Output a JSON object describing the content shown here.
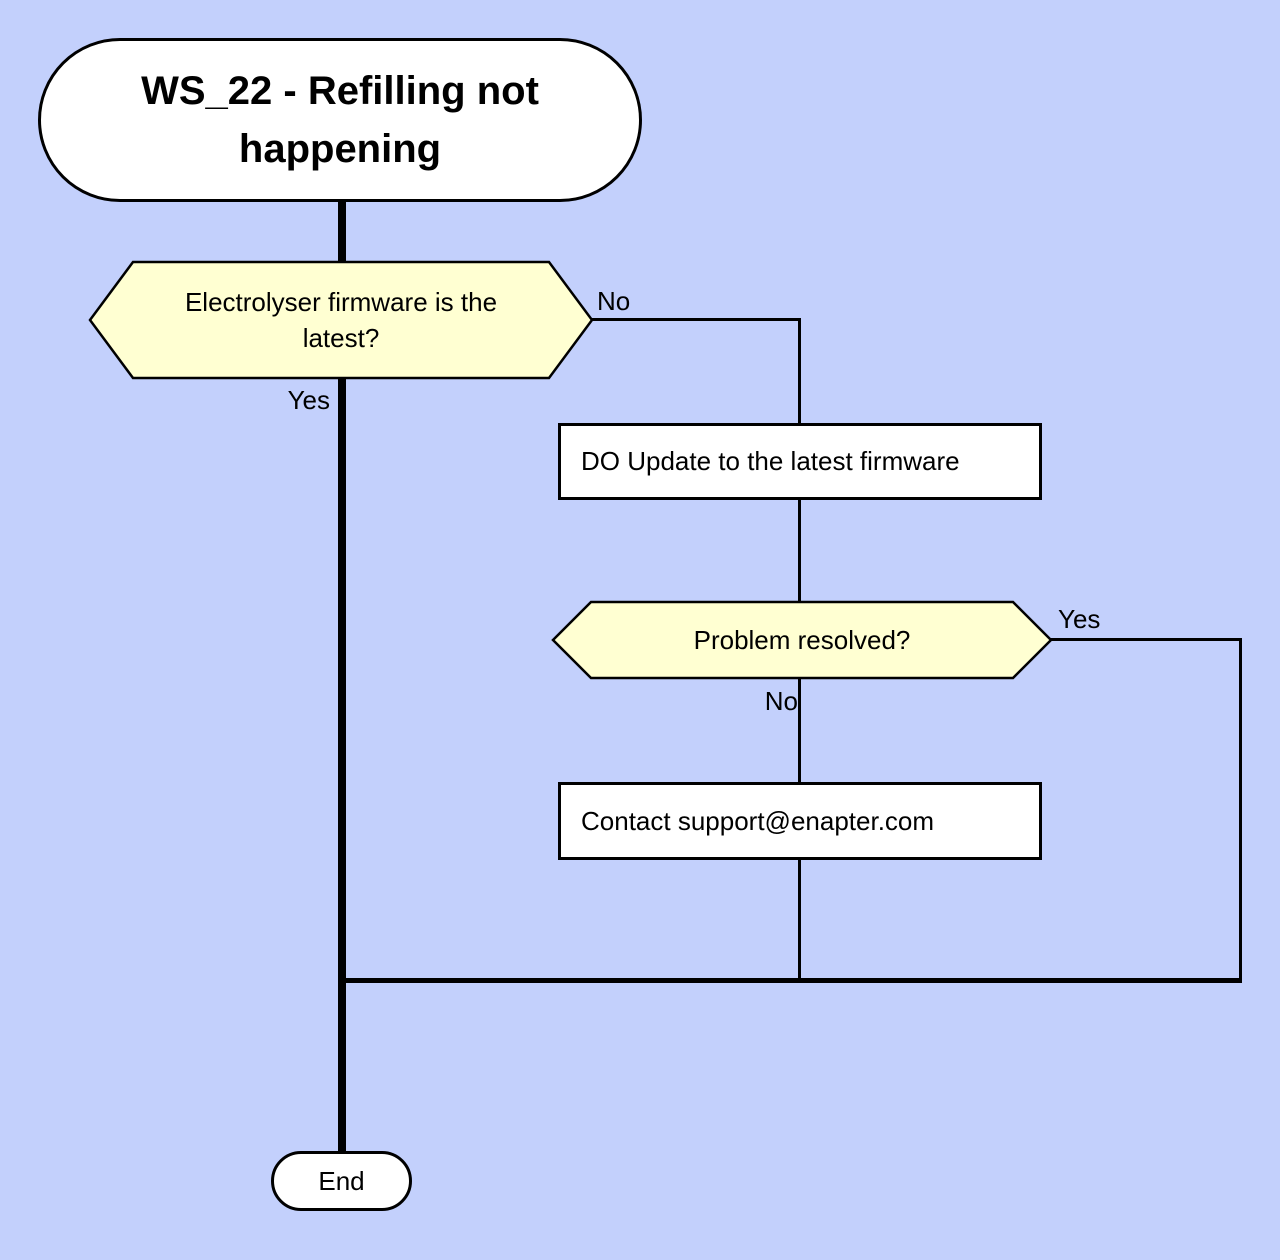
{
  "colors": {
    "bg": "#c3d0fc",
    "node-yellow": "#ffffd2",
    "node-white": "#ffffff",
    "line": "#000000"
  },
  "nodes": {
    "title": {
      "label": "WS_22 - Refilling not happening"
    },
    "decision1": {
      "label": "Electrolyser firmware is the latest?"
    },
    "process1": {
      "label": "DO Update to the latest firmware"
    },
    "decision2": {
      "label": "Problem resolved?"
    },
    "process2": {
      "label": "Contact support@enapter.com"
    },
    "end": {
      "label": "End"
    }
  },
  "edge_labels": {
    "decision1_no": "No",
    "decision1_yes": "Yes",
    "decision2_yes": "Yes",
    "decision2_no": "No"
  }
}
